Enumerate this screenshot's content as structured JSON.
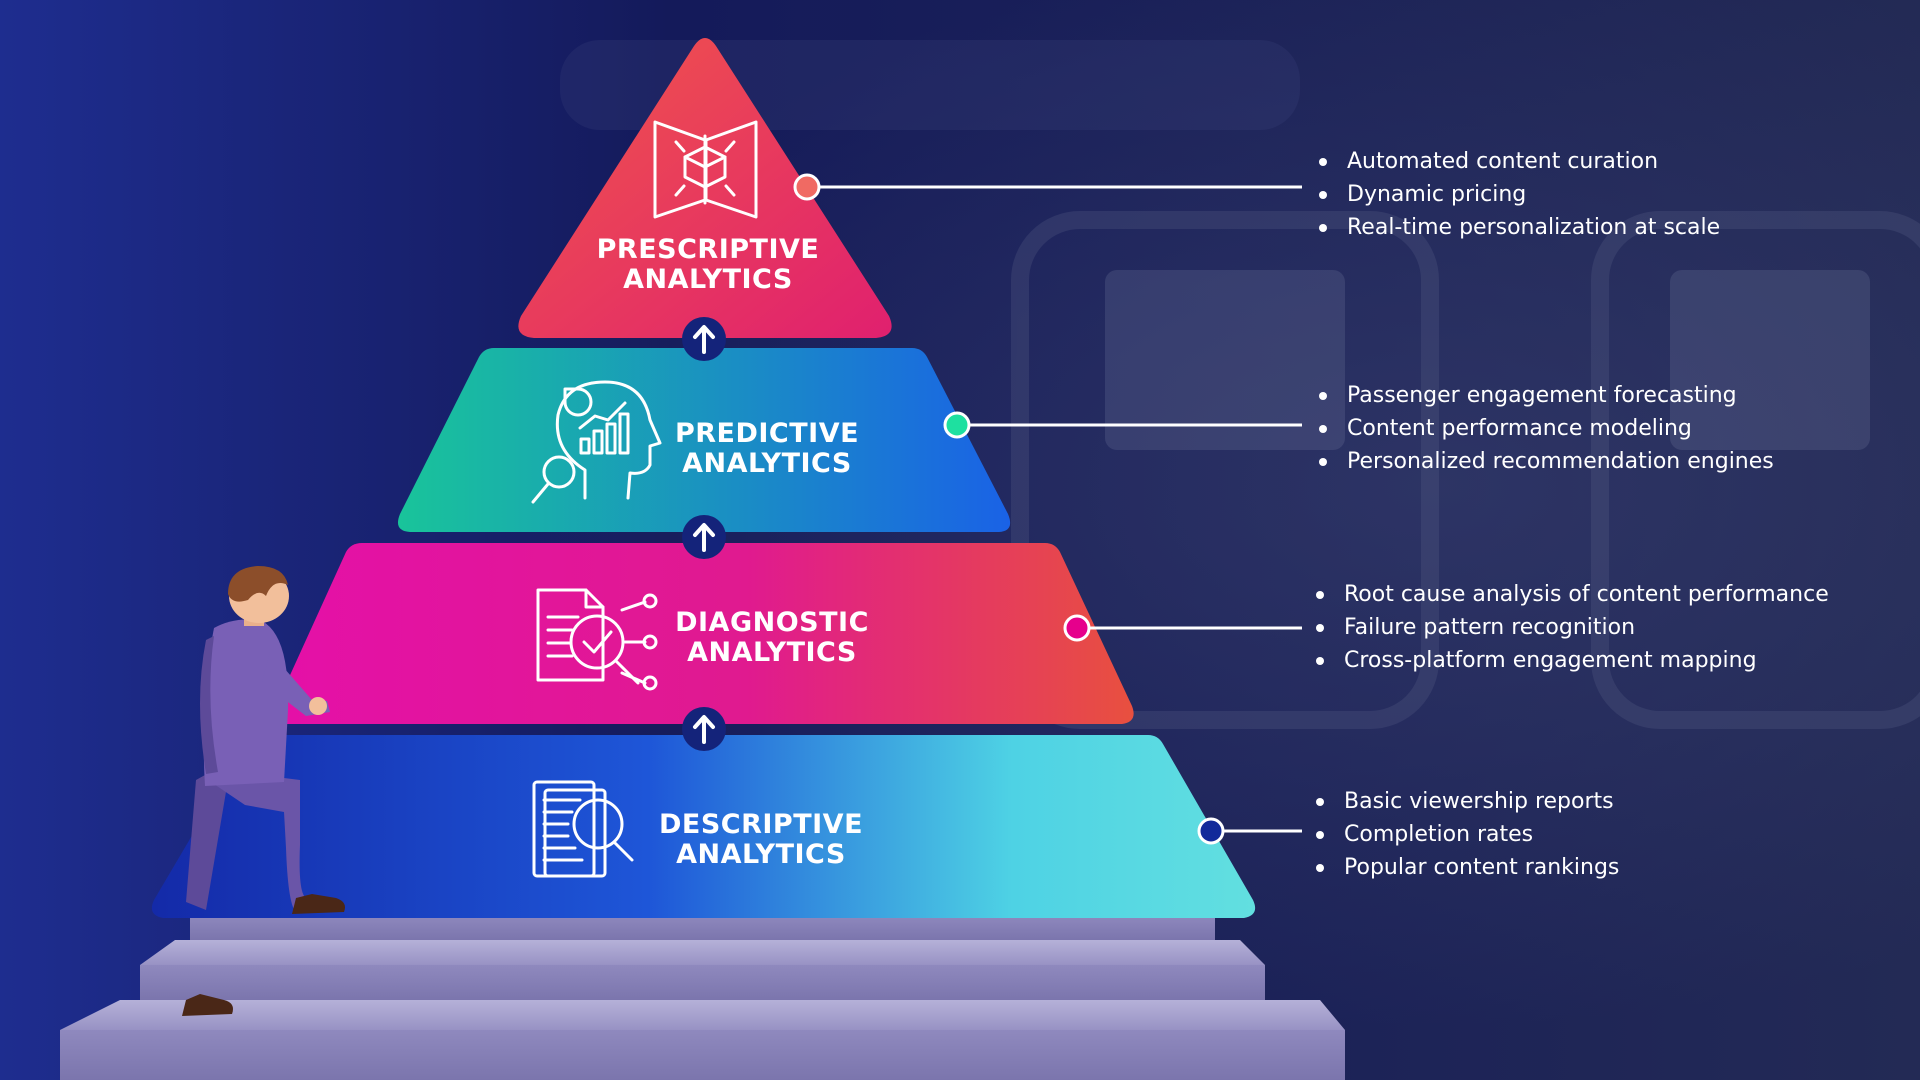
{
  "colors": {
    "background_dark": "#0d1240",
    "connector_line": "#ffffff",
    "arrow_circle": "#14237a",
    "prescriptive_dot": "#f06a63",
    "predictive_dot": "#1ee0a0",
    "diagnostic_dot": "#e6008c",
    "descriptive_dot": "#122a9a"
  },
  "tiers": [
    {
      "id": "prescriptive",
      "title_line1": "PRESCRIPTIVE",
      "title_line2": "ANALYTICS",
      "icon": "cube-expand-icon",
      "bullets": [
        "Automated content curation",
        "Dynamic pricing",
        "Real-time personalization at scale"
      ]
    },
    {
      "id": "predictive",
      "title_line1": "PREDICTIVE",
      "title_line2": "ANALYTICS",
      "icon": "head-analytics-icon",
      "bullets": [
        "Passenger engagement forecasting",
        "Content performance modeling",
        "Personalized recommendation engines"
      ]
    },
    {
      "id": "diagnostic",
      "title_line1": "DIAGNOSTIC",
      "title_line2": "ANALYTICS",
      "icon": "document-check-icon",
      "bullets": [
        "Root cause analysis of content performance",
        "Failure pattern recognition",
        "Cross-platform engagement mapping"
      ]
    },
    {
      "id": "descriptive",
      "title_line1": "DESCRIPTIVE",
      "title_line2": "ANALYTICS",
      "icon": "report-search-icon",
      "bullets": [
        "Basic viewership reports",
        "Completion rates",
        "Popular content rankings"
      ]
    }
  ]
}
